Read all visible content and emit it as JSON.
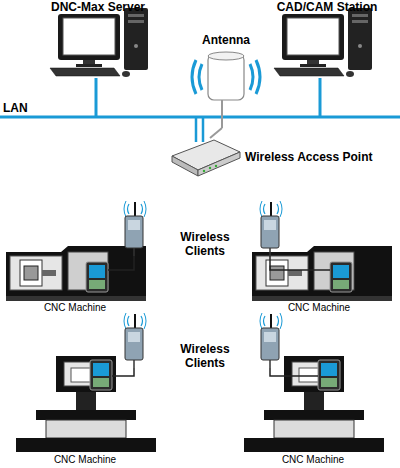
{
  "diagram": {
    "labels": [
      "DNC-Max Server",
      "CAD/CAM Station",
      "Antenna",
      "LAN",
      "Wireless Access Point",
      "Wireless Clients",
      "CNC Machine",
      "CNC Machine",
      "Wireless Clients",
      "CNC Machine",
      "CNC Machine"
    ]
  }
}
